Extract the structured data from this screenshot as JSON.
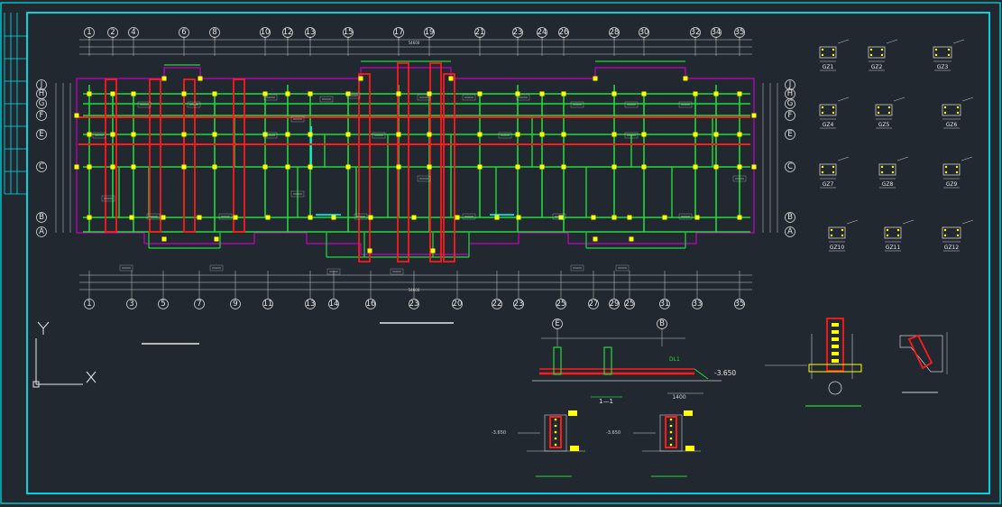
{
  "canvas": {
    "background": "#212830",
    "border_color": "#00e5ee"
  },
  "colors": {
    "wall": "#22d83a",
    "ring_beam": "#ff1a1a",
    "outline": "#c400c4",
    "column": "#ffff00",
    "dimension": "#cfcfcf",
    "axis_text": "#e6e6e6",
    "highlight_cyan": "#00ffff"
  },
  "plan": {
    "axes_top": [
      "1",
      "2",
      "4",
      "6",
      "8",
      "10",
      "12",
      "13",
      "15",
      "17",
      "19",
      "21",
      "23",
      "24",
      "26",
      "28",
      "30",
      "32",
      "34",
      "35"
    ],
    "axes_bottom": [
      "1",
      "3",
      "5",
      "7",
      "9",
      "11",
      "13",
      "14",
      "16",
      "23",
      "20",
      "22",
      "23",
      "25",
      "27",
      "29",
      "25",
      "31",
      "33",
      "35"
    ],
    "rows_left": [
      "J",
      "H",
      "G",
      "F",
      "E",
      "C",
      "B",
      "A"
    ],
    "rows_right": [
      "J",
      "H",
      "G",
      "F",
      "E",
      "C",
      "B",
      "A"
    ],
    "total_dim": "54600"
  },
  "ucs": {
    "y_label": "Y",
    "x_label": "X"
  },
  "sections": {
    "section_1_label": "1—1",
    "section_1_axis_left": "E",
    "section_1_axis_right": "B",
    "section_1_elevation": "-3.650",
    "section_1_dim": "1400",
    "section_1_dl_tag": "DL1",
    "detail_a_elevation": "-3.650",
    "detail_b_elevation": "-3.650"
  },
  "columns": [
    "GZ1",
    "GZ2",
    "GZ3",
    "GZ4",
    "GZ5",
    "GZ6",
    "GZ7",
    "GZ8",
    "GZ9",
    "GZ10",
    "GZ11",
    "GZ12"
  ]
}
